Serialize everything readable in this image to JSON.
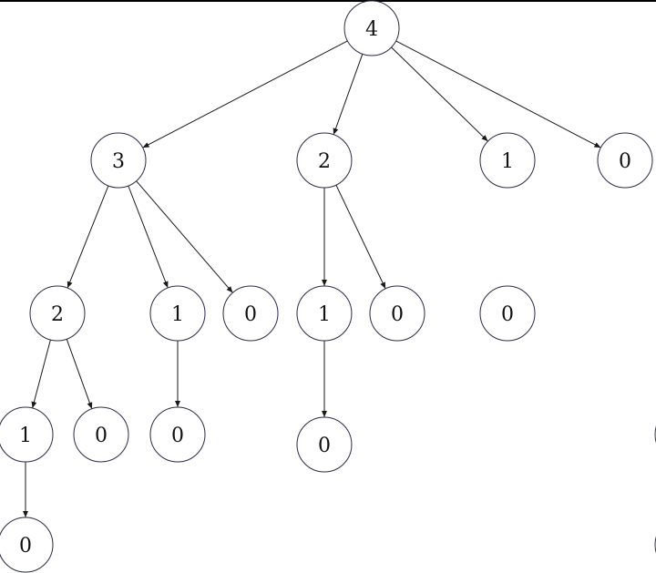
{
  "diagram": {
    "nodes": [
      {
        "id": "n0",
        "label": "4"
      },
      {
        "id": "n1",
        "label": "3"
      },
      {
        "id": "n2",
        "label": "2"
      },
      {
        "id": "n3",
        "label": "1"
      },
      {
        "id": "n4",
        "label": "0"
      },
      {
        "id": "n5",
        "label": "2"
      },
      {
        "id": "n6",
        "label": "1"
      },
      {
        "id": "n7",
        "label": "0"
      },
      {
        "id": "n8",
        "label": "1"
      },
      {
        "id": "n9",
        "label": "0"
      },
      {
        "id": "n10",
        "label": "0"
      },
      {
        "id": "n11",
        "label": "1"
      },
      {
        "id": "n12",
        "label": "0"
      },
      {
        "id": "n13",
        "label": "0"
      },
      {
        "id": "n14",
        "label": "0"
      },
      {
        "id": "n15",
        "label": "0"
      },
      {
        "id": "n16",
        "label": ""
      },
      {
        "id": "n17",
        "label": ""
      }
    ],
    "edges": [
      [
        "n0",
        "n1"
      ],
      [
        "n0",
        "n2"
      ],
      [
        "n0",
        "n3"
      ],
      [
        "n0",
        "n4"
      ],
      [
        "n1",
        "n5"
      ],
      [
        "n1",
        "n6"
      ],
      [
        "n1",
        "n7"
      ],
      [
        "n2",
        "n8"
      ],
      [
        "n2",
        "n9"
      ],
      [
        "n5",
        "n11"
      ],
      [
        "n5",
        "n12"
      ],
      [
        "n6",
        "n13"
      ],
      [
        "n8",
        "n14"
      ],
      [
        "n11",
        "n15"
      ]
    ]
  }
}
